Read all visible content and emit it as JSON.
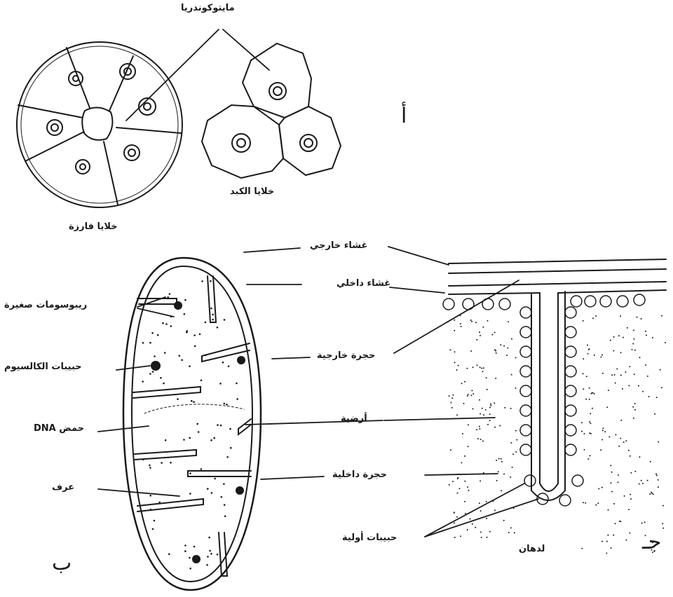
{
  "labels": {
    "mitochondria": "مايتوكوندريا",
    "liver_cells": "خلايا الكبد",
    "secretory_cells": "خلايا فارزة",
    "outer_membrane": "غشاء خارجي",
    "inner_membrane": "غشاء داخلي",
    "small_ribosomes": "ريبوسومات صغيرة",
    "outer_chamber": "حجرة خارجية",
    "calcium_granules": "حبيبات الكالسيوم",
    "matrix": "أرضية",
    "dna": "حمض DNA",
    "inner_chamber": "حجرة داخلية",
    "cristae": "عرف",
    "elementary_particles": "حبيبات أولية",
    "lipids": "لدهان"
  },
  "panel_letters": {
    "a": "أ",
    "b": "ب",
    "c": "جـ"
  },
  "colors": {
    "ink": "#1a1a1a",
    "paper": "#ffffff"
  }
}
